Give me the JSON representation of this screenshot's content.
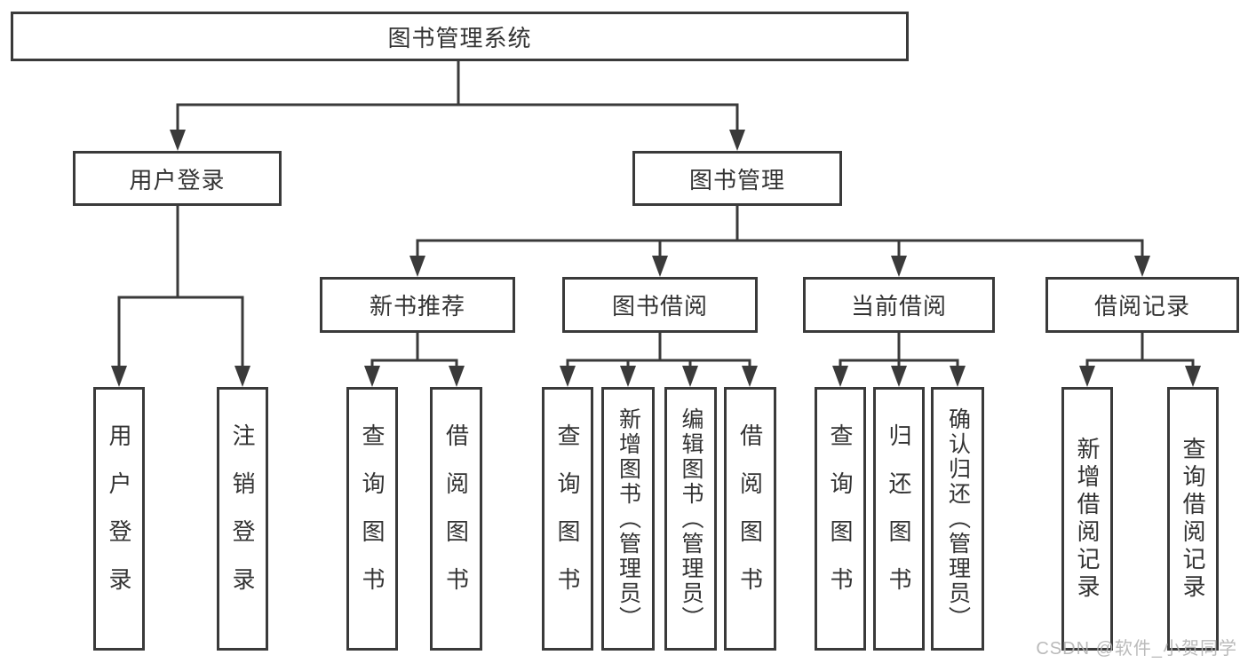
{
  "nodes": {
    "root": {
      "label": "图书管理系统"
    },
    "user_login": {
      "label": "用户登录"
    },
    "book_mgmt": {
      "label": "图书管理"
    },
    "new_rec": {
      "label": "新书推荐"
    },
    "book_borrow": {
      "label": "图书借阅"
    },
    "current_borrow": {
      "label": "当前借阅"
    },
    "borrow_records": {
      "label": "借阅记录"
    }
  },
  "leaves": {
    "user_login": {
      "label": "用户登录"
    },
    "logout": {
      "label": "注销登录"
    },
    "rec_query": {
      "label": "查询图书"
    },
    "rec_borrow": {
      "label": "借阅图书"
    },
    "bb_query": {
      "label": "查询图书"
    },
    "bb_add": {
      "label": "新增图书（管理员）"
    },
    "bb_edit": {
      "label": "编辑图书（管理员）"
    },
    "bb_borrow": {
      "label": "借阅图书"
    },
    "cb_query": {
      "label": "查询图书"
    },
    "cb_return": {
      "label": "归还图书"
    },
    "cb_confirm": {
      "label": "确认归还（管理员）"
    },
    "br_add": {
      "label": "新增借阅记录"
    },
    "br_query": {
      "label": "查询借阅记录"
    }
  },
  "watermark": {
    "text": "CSDN @软件_小贺同学"
  },
  "colors": {
    "line": "#3a3a3a",
    "text": "#333333",
    "watermark": "#b3b3b3",
    "background": "#ffffff"
  }
}
